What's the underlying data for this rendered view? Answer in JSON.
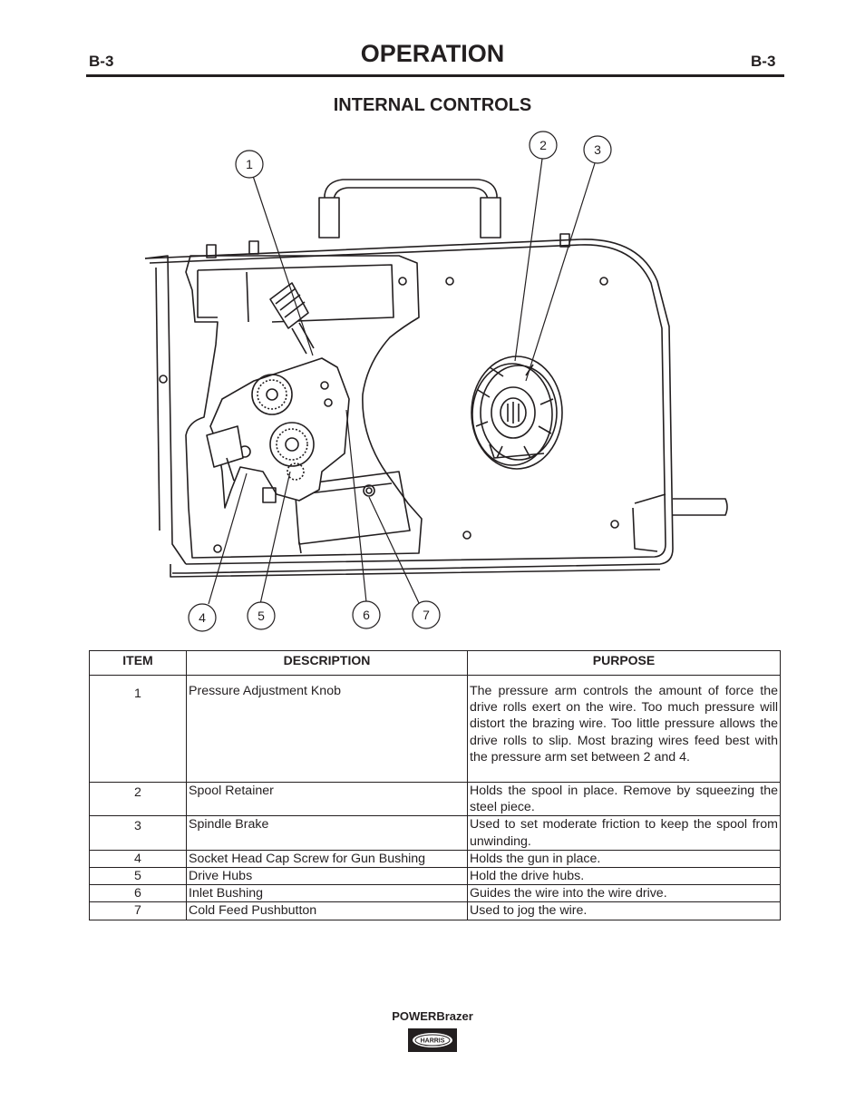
{
  "header": {
    "left_page": "B-3",
    "title": "OPERATION",
    "right_page": "B-3"
  },
  "section_title": "INTERNAL CONTROLS",
  "diagram": {
    "callouts": [
      "1",
      "2",
      "3",
      "4",
      "5",
      "6",
      "7"
    ]
  },
  "table": {
    "headers": [
      "ITEM",
      "DESCRIPTION",
      "PURPOSE"
    ],
    "rows": [
      {
        "item": "1",
        "description": "Pressure Adjustment Knob",
        "purpose": "The pressure arm controls the amount of force the drive rolls exert on the wire. Too much pressure will distort the brazing wire. Too little pressure allows the drive rolls to slip. Most brazing wires feed best with the pressure arm set between 2 and 4."
      },
      {
        "item": "2",
        "description": "Spool Retainer",
        "purpose": "Holds the spool in place. Remove by squeezing the steel piece."
      },
      {
        "item": "3",
        "description": "Spindle Brake",
        "purpose": "Used to set moderate friction to keep the spool from unwinding."
      },
      {
        "item": "4",
        "description": "Socket Head Cap Screw for Gun Bushing",
        "purpose": "Holds the gun in place."
      },
      {
        "item": "5",
        "description": "Drive Hubs",
        "purpose": "Hold the drive hubs."
      },
      {
        "item": "6",
        "description": "Inlet Bushing",
        "purpose": "Guides the wire into the wire drive."
      },
      {
        "item": "7",
        "description": "Cold Feed Pushbutton",
        "purpose": "Used to jog the wire."
      }
    ]
  },
  "footer": {
    "product": "POWERBrazer",
    "logo_text": "HARRIS"
  }
}
